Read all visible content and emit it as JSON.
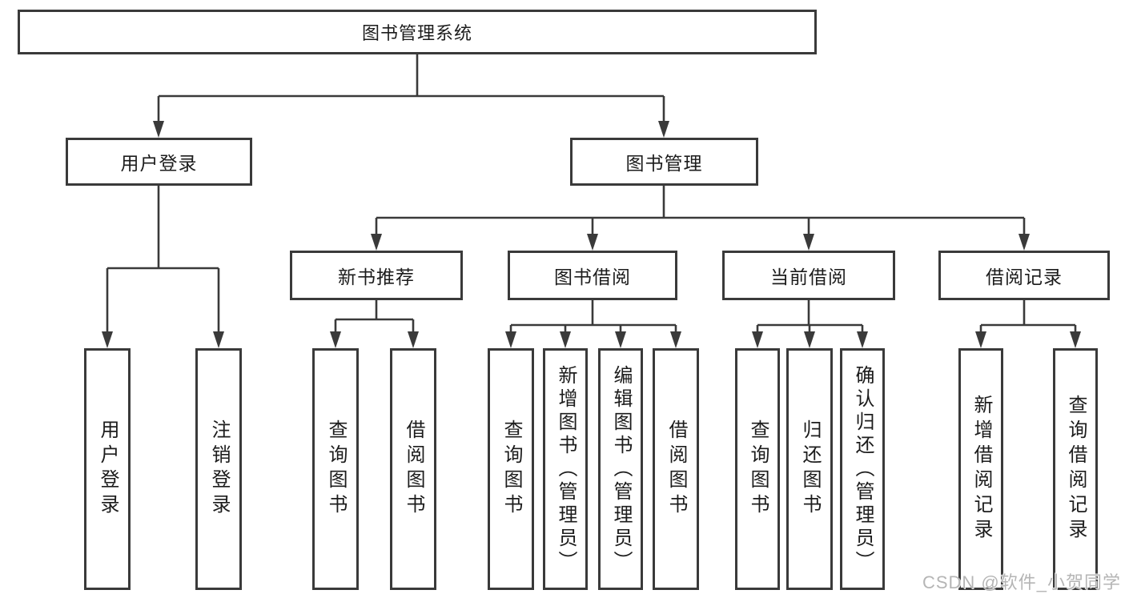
{
  "diagram": {
    "root": {
      "label": "图书管理系统"
    },
    "branches": [
      {
        "label": "用户登录",
        "children": [
          {
            "label": "用户登录"
          },
          {
            "label": "注销登录"
          }
        ]
      },
      {
        "label": "图书管理",
        "children": [
          {
            "label": "新书推荐",
            "children": [
              {
                "label": "查询图书"
              },
              {
                "label": "借阅图书"
              }
            ]
          },
          {
            "label": "图书借阅",
            "children": [
              {
                "label": "查询图书"
              },
              {
                "label": "新增图书（管理员）"
              },
              {
                "label": "编辑图书（管理员）"
              },
              {
                "label": "借阅图书"
              }
            ]
          },
          {
            "label": "当前借阅",
            "children": [
              {
                "label": "查询图书"
              },
              {
                "label": "归还图书"
              },
              {
                "label": "确认归还（管理员）"
              }
            ]
          },
          {
            "label": "借阅记录",
            "children": [
              {
                "label": "新增借阅记录"
              },
              {
                "label": "查询借阅记录"
              }
            ]
          }
        ]
      }
    ]
  },
  "watermark": {
    "text": "CSDN @软件_小贺同学"
  },
  "colors": {
    "line": "#3a3a3a",
    "text": "#1c1c1c",
    "watermark": "#b5b5b5"
  }
}
